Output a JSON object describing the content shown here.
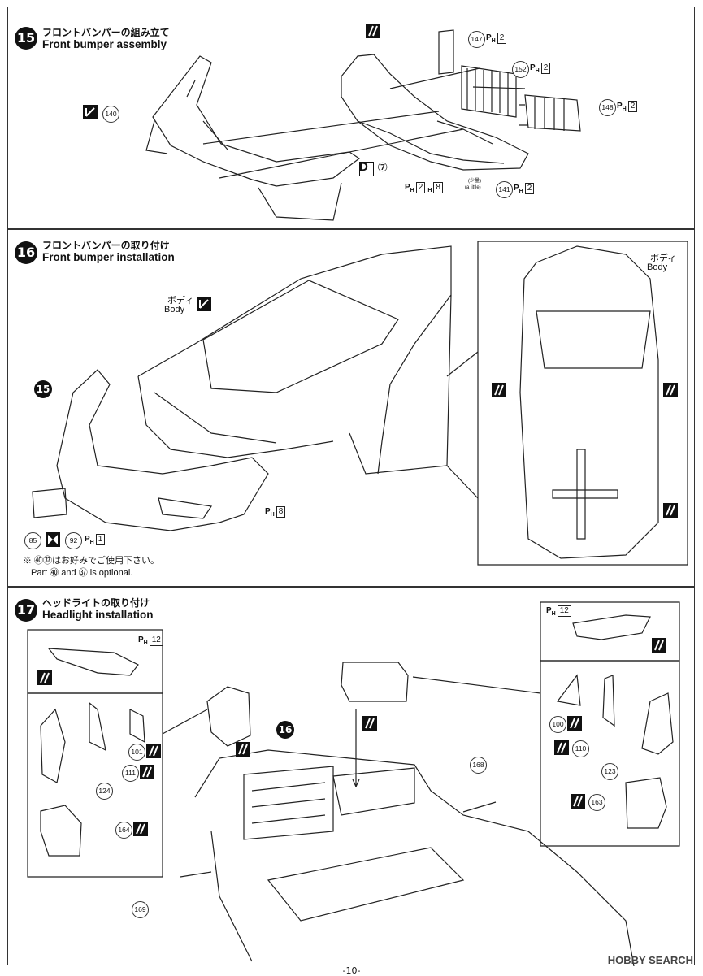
{
  "steps": [
    {
      "num": "15",
      "jp": "フロントバンパーの組み立て",
      "en": "Front bumper assembly"
    },
    {
      "num": "16",
      "jp": "フロントバンパーの取り付け",
      "en": "Front bumper installation"
    },
    {
      "num": "17",
      "jp": "ヘッドライトの取り付け",
      "en": "Headlight installation"
    }
  ],
  "step15": {
    "parts": {
      "p140": "140",
      "p141": "141",
      "p147": "147",
      "p148": "148",
      "p152": "152"
    },
    "ph2": "2",
    "ph8": "8",
    "d_label": "D",
    "d_num": "⑦",
    "little_jp": "(少量)",
    "little_en": "(a little)"
  },
  "step16": {
    "body_jp": "ボディ",
    "body_en": "Body",
    "ref_step": "15",
    "p85": "85",
    "p92": "92",
    "ph8": "8",
    "ph1": "1",
    "note_jp": "※ ㊵㊲はお好みでご使用下さい。",
    "note_en": "Part ㊵ and ㊲ is optional."
  },
  "step17": {
    "ref_step": "16",
    "ph12": "12",
    "parts": {
      "p100": "100",
      "p101": "101",
      "p110": "110",
      "p111": "111",
      "p123": "123",
      "p124": "124",
      "p163": "163",
      "p164": "164",
      "p168": "168",
      "p169": "169"
    }
  },
  "ph_label": "P",
  "ph_sub": "H",
  "footer": "-10-",
  "watermark": "HOBBY SEARCH"
}
